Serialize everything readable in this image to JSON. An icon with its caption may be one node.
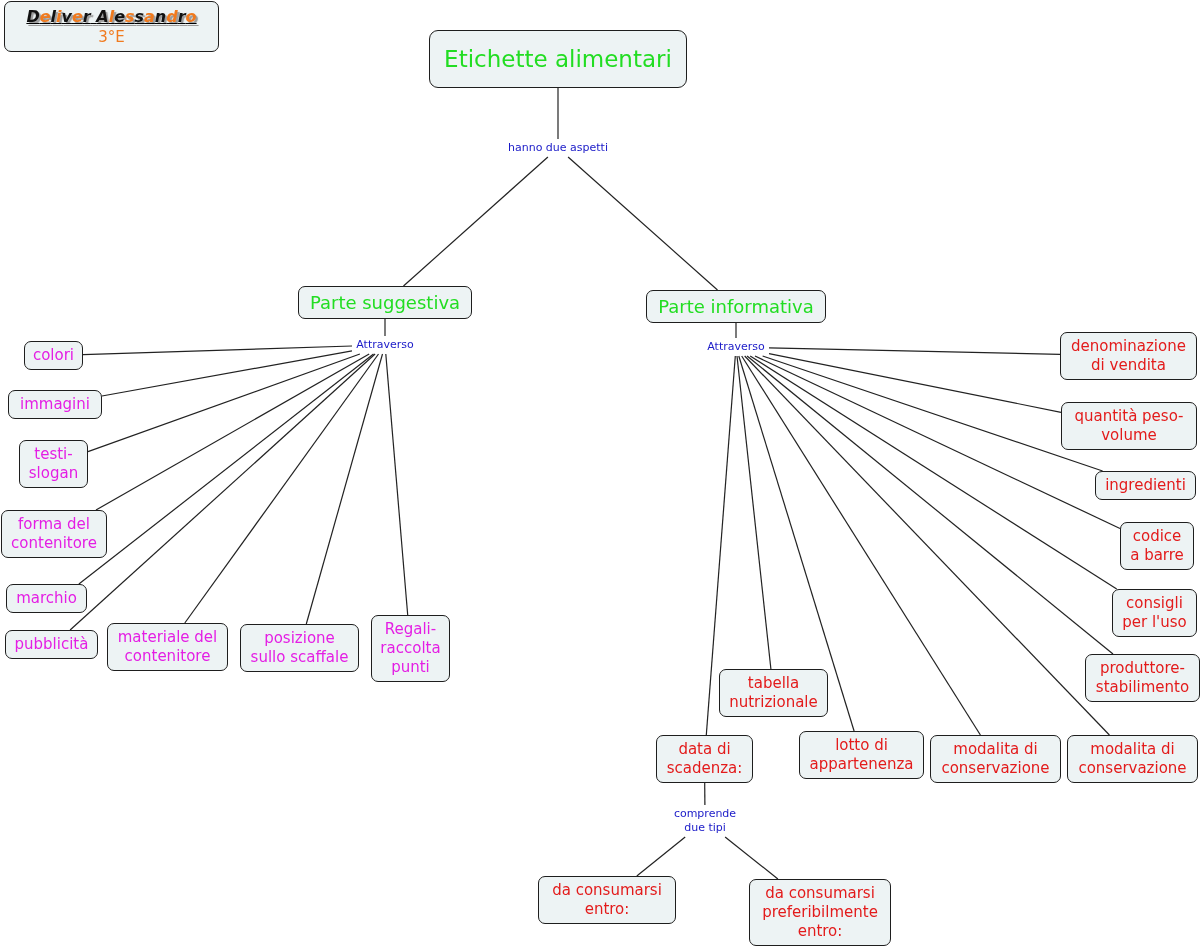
{
  "diagram": {
    "nodes": [
      {
        "text": [
          "Deliver Alessandro",
          "3°E"
        ]
      },
      {
        "text": [
          "Etichette alimentari"
        ]
      },
      {
        "text": [
          "hanno due aspetti"
        ]
      },
      {
        "text": [
          "Parte suggestiva"
        ]
      },
      {
        "text": [
          "Parte informativa"
        ]
      },
      {
        "text": [
          "Attraverso"
        ]
      },
      {
        "text": [
          "Attraverso"
        ]
      },
      {
        "text": [
          "colori"
        ]
      },
      {
        "text": [
          "immagini"
        ]
      },
      {
        "text": [
          "testi-slogan"
        ]
      },
      {
        "text": [
          "forma del contenitore"
        ]
      },
      {
        "text": [
          "marchio"
        ]
      },
      {
        "text": [
          "pubblicità"
        ]
      },
      {
        "text": [
          "materiale del contenitore"
        ]
      },
      {
        "text": [
          "posizione sullo scaffale"
        ]
      },
      {
        "text": [
          "Regali-raccolta punti"
        ]
      },
      {
        "text": [
          "denominazione di vendita"
        ]
      },
      {
        "text": [
          "quantità peso-volume"
        ]
      },
      {
        "text": [
          "ingredienti"
        ]
      },
      {
        "text": [
          "codice a barre"
        ]
      },
      {
        "text": [
          "consigli per l'uso"
        ]
      },
      {
        "text": [
          "produttore-stabilimento"
        ]
      },
      {
        "text": [
          "tabella nutrizionale"
        ]
      },
      {
        "text": [
          "data di scadenza:"
        ]
      },
      {
        "text": [
          "lotto di appartenenza"
        ]
      },
      {
        "text": [
          "modalita di conservazione"
        ]
      },
      {
        "text": [
          "modalita di conservazione"
        ]
      },
      {
        "text": [
          "comprende due tipi"
        ]
      },
      {
        "text": [
          "da consumarsi entro:"
        ]
      },
      {
        "text": [
          "da consumarsi preferibilmente entro:"
        ]
      }
    ],
    "edges": [
      {
        "from": 1,
        "to": 2,
        "arrow": "none"
      },
      {
        "from": 2,
        "to": 3,
        "arrow": "none"
      },
      {
        "from": 2,
        "to": 4,
        "arrow": "none"
      },
      {
        "from": 3,
        "to": 5,
        "arrow": "none"
      },
      {
        "from": 4,
        "to": 6,
        "arrow": "none"
      },
      {
        "from": 5,
        "to": 7,
        "arrow": "none"
      },
      {
        "from": 5,
        "to": 8,
        "arrow": "none"
      },
      {
        "from": 5,
        "to": 9,
        "arrow": "none"
      },
      {
        "from": 5,
        "to": 10,
        "arrow": "none"
      },
      {
        "from": 5,
        "to": 11,
        "arrow": "none"
      },
      {
        "from": 5,
        "to": 12,
        "arrow": "none"
      },
      {
        "from": 5,
        "to": 13,
        "arrow": "none"
      },
      {
        "from": 5,
        "to": 14,
        "arrow": "none"
      },
      {
        "from": 5,
        "to": 15,
        "arrow": "none"
      },
      {
        "from": 6,
        "to": 16,
        "arrow": "none"
      },
      {
        "from": 6,
        "to": 17,
        "arrow": "none"
      },
      {
        "from": 6,
        "to": 18,
        "arrow": "none"
      },
      {
        "from": 6,
        "to": 19,
        "arrow": "none"
      },
      {
        "from": 6,
        "to": 20,
        "arrow": "none"
      },
      {
        "from": 6,
        "to": 21,
        "arrow": "none"
      },
      {
        "from": 6,
        "to": 22,
        "arrow": "none"
      },
      {
        "from": 6,
        "to": 23,
        "arrow": "none"
      },
      {
        "from": 6,
        "to": 24,
        "arrow": "none"
      },
      {
        "from": 6,
        "to": 25,
        "arrow": "none"
      },
      {
        "from": 6,
        "to": 26,
        "arrow": "none"
      },
      {
        "from": 23,
        "to": 27,
        "arrow": "none"
      },
      {
        "from": 27,
        "to": 28,
        "arrow": "none"
      },
      {
        "from": 27,
        "to": 29,
        "arrow": "none"
      }
    ]
  }
}
